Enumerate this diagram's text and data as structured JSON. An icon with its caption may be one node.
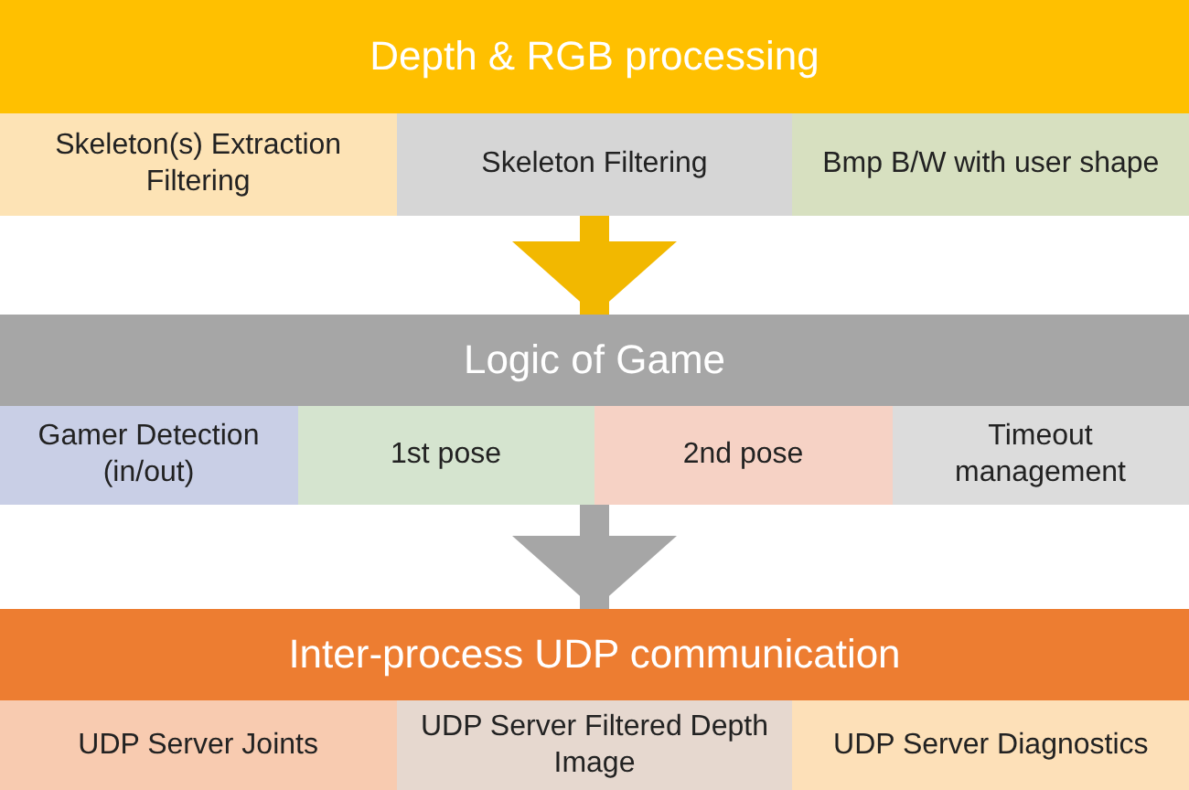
{
  "diagram": {
    "nodes": [
      {
        "text": [
          "Depth & RGB processing"
        ]
      },
      {
        "text": [
          "Skeleton(s) Extraction Filtering"
        ],
        "in": 0
      },
      {
        "text": [
          "Skeleton Filtering"
        ],
        "in": 0
      },
      {
        "text": [
          "Bmp B/W with user shape"
        ],
        "in": 0
      },
      {
        "text": [
          "Logic of Game"
        ]
      },
      {
        "text": [
          "Gamer Detection (in/out)"
        ],
        "in": 4
      },
      {
        "text": [
          "1st pose"
        ],
        "in": 4
      },
      {
        "text": [
          "2nd pose"
        ],
        "in": 4
      },
      {
        "text": [
          "Timeout management"
        ],
        "in": 4
      },
      {
        "text": [
          "Inter-process UDP communication"
        ]
      },
      {
        "text": [
          "UDP Server Joints"
        ],
        "in": 9
      },
      {
        "text": [
          "UDP Server Filtered Depth Image"
        ],
        "in": 9
      },
      {
        "text": [
          "UDP Server Diagnostics"
        ],
        "in": 9
      }
    ],
    "edges": [
      {
        "from": 0,
        "to": 4,
        "arrow": "to",
        "color": "#f2b800"
      },
      {
        "from": 4,
        "to": 9,
        "arrow": "to",
        "color": "#a6a6a6"
      }
    ]
  }
}
